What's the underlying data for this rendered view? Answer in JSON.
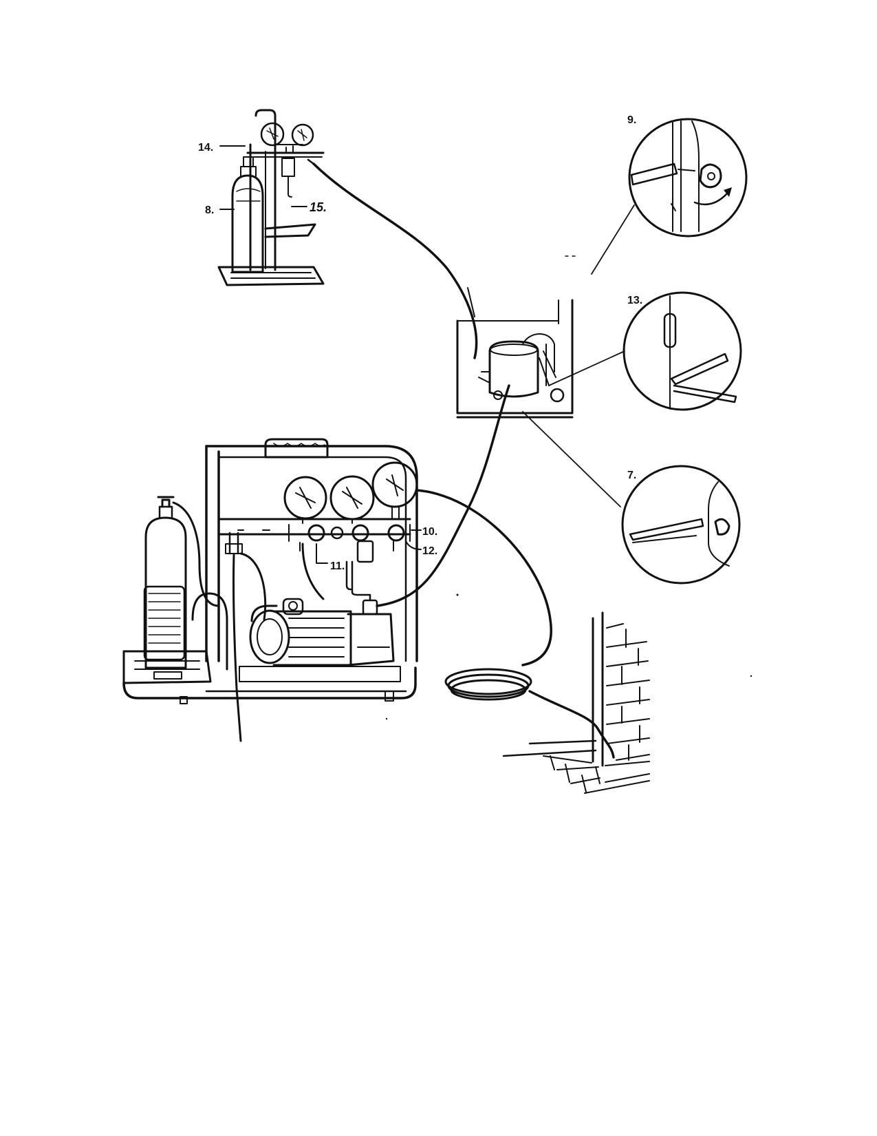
{
  "labels": {
    "l14": "14.",
    "l8": "8.",
    "l15": "15.",
    "l9": "9.",
    "l13": "13.",
    "l7": "7.",
    "l10": "10.",
    "l12": "12.",
    "l11": "11."
  },
  "colors": {
    "ink": "#111111",
    "paper": "#ffffff"
  }
}
